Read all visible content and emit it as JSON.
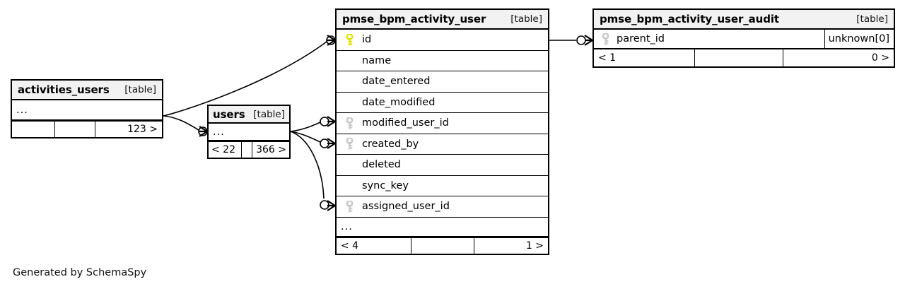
{
  "diagram": {
    "type": "entity-relationship-diagram",
    "generator_credit": "Generated by SchemaSpy",
    "table_tag": "[table]",
    "ellipsis": "...",
    "key_icon_primary": "key-icon-primary",
    "key_icon_foreign": "key-icon-foreign",
    "colors": {
      "primary_key": "#e3e300",
      "foreign_key": "#c8c8c8",
      "header_background": "#f2f2f2",
      "border": "#000000",
      "background": "#ffffff"
    }
  },
  "tables": {
    "activities_users": {
      "name": "activities_users",
      "tag": "[table]",
      "rows": [
        {
          "ellipsis": "..."
        }
      ],
      "footer": {
        "left": "",
        "middle": "",
        "right": "123 >"
      }
    },
    "users": {
      "name": "users",
      "tag": "[table]",
      "rows": [
        {
          "ellipsis": "..."
        }
      ],
      "footer": {
        "left": "< 22",
        "middle": "",
        "right": "366 >"
      }
    },
    "pmse_bpm_activity_user": {
      "name": "pmse_bpm_activity_user",
      "tag": "[table]",
      "columns": [
        {
          "name": "id",
          "key": "primary"
        },
        {
          "name": "name",
          "key": "none"
        },
        {
          "name": "date_entered",
          "key": "none"
        },
        {
          "name": "date_modified",
          "key": "none"
        },
        {
          "name": "modified_user_id",
          "key": "foreign"
        },
        {
          "name": "created_by",
          "key": "foreign"
        },
        {
          "name": "deleted",
          "key": "none"
        },
        {
          "name": "sync_key",
          "key": "none"
        },
        {
          "name": "assigned_user_id",
          "key": "foreign"
        }
      ],
      "ellipsis_row": "...",
      "footer": {
        "left": "< 4",
        "middle": "",
        "right": "1 >"
      }
    },
    "pmse_bpm_activity_user_audit": {
      "name": "pmse_bpm_activity_user_audit",
      "tag": "[table]",
      "columns": [
        {
          "name": "parent_id",
          "key": "foreign",
          "type": "unknown[0]"
        }
      ],
      "footer": {
        "left": "< 1",
        "middle": "",
        "right": "0 >"
      }
    }
  },
  "relationships": [
    {
      "from": "activities_users",
      "to": "pmse_bpm_activity_user.id",
      "style": "zero-to-many"
    },
    {
      "from": "activities_users",
      "to": "users",
      "style": "zero-to-many"
    },
    {
      "from": "users",
      "to": "pmse_bpm_activity_user.modified_user_id",
      "style": "zero-to-many"
    },
    {
      "from": "users",
      "to": "pmse_bpm_activity_user.created_by",
      "style": "zero-to-many"
    },
    {
      "from": "users",
      "to": "pmse_bpm_activity_user.assigned_user_id",
      "style": "zero-to-many"
    },
    {
      "from": "pmse_bpm_activity_user.id",
      "to": "pmse_bpm_activity_user_audit.parent_id",
      "style": "zero-to-many"
    }
  ]
}
